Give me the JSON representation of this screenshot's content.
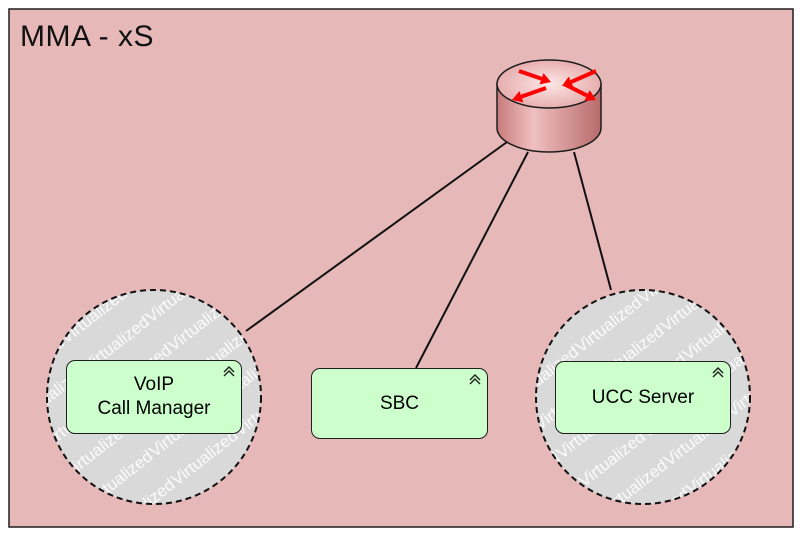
{
  "frame": {
    "title": "MMA - xS",
    "background": "#e6b8b8",
    "border": "#1e1e1e"
  },
  "router": {
    "icon": "router-icon",
    "body_color": "#e8a9a9",
    "arrow_color": "#ff0000"
  },
  "virtual_zones": {
    "watermark": "Virtualized",
    "fill": "#d9d9d9",
    "watermark_color": "#ffffff"
  },
  "nodes": [
    {
      "id": "voip-call-manager",
      "label": "VoIP\nCall Manager",
      "virtualized": true
    },
    {
      "id": "sbc",
      "label": "SBC",
      "virtualized": false
    },
    {
      "id": "ucc-server",
      "label": "UCC Server",
      "virtualized": true
    }
  ],
  "node_style": {
    "fill": "#ccffcc",
    "icon": "application-collaboration-icon"
  },
  "connections": [
    {
      "from": "router",
      "to": "voip-call-manager"
    },
    {
      "from": "router",
      "to": "sbc"
    },
    {
      "from": "router",
      "to": "ucc-server"
    }
  ]
}
